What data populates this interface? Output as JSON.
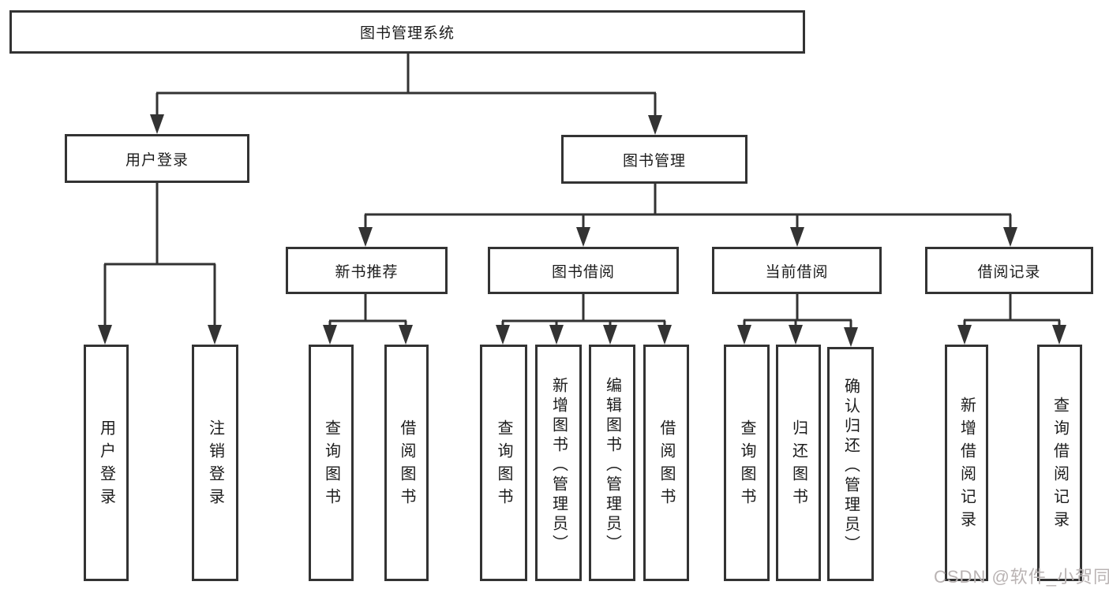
{
  "colors": {
    "line": "#333333",
    "node_border": "#333333",
    "text": "#1c1c1c",
    "watermark": "#b9b3b3",
    "background": "#ffffff"
  },
  "watermark": {
    "text": "CSDN @软件_小贺同学"
  },
  "tree": {
    "root": {
      "label": "图书管理系统"
    },
    "branches": [
      {
        "label": "用户登录",
        "children": [
          {
            "label": "用户登录"
          },
          {
            "label": "注销登录"
          }
        ]
      },
      {
        "label": "图书管理",
        "groups": [
          {
            "label": "新书推荐",
            "children": [
              {
                "label": "查询图书"
              },
              {
                "label": "借阅图书"
              }
            ]
          },
          {
            "label": "图书借阅",
            "children": [
              {
                "label": "查询图书"
              },
              {
                "label": "新增图书（管理员）"
              },
              {
                "label": "编辑图书（管理员）"
              },
              {
                "label": "借阅图书"
              }
            ]
          },
          {
            "label": "当前借阅",
            "children": [
              {
                "label": "查询图书"
              },
              {
                "label": "归还图书"
              },
              {
                "label": "确认归还（管理员）"
              }
            ]
          },
          {
            "label": "借阅记录",
            "children": [
              {
                "label": "新增借阅记录"
              },
              {
                "label": "查询借阅记录"
              }
            ]
          }
        ]
      }
    ]
  }
}
